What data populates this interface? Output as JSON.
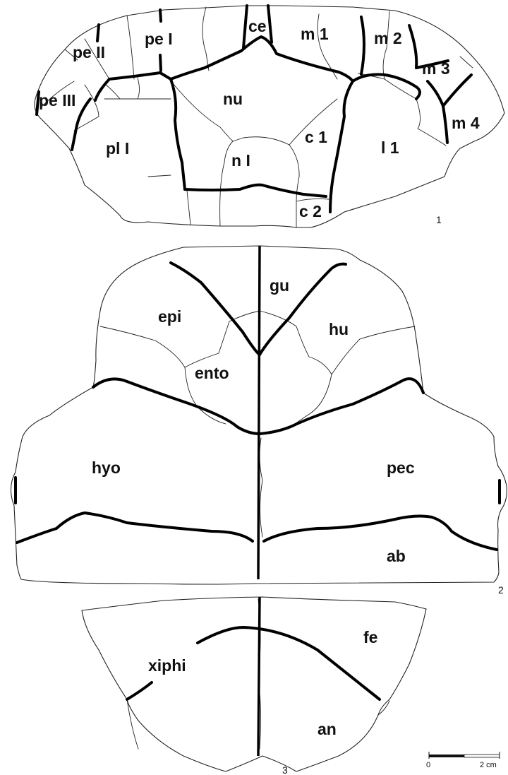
{
  "figure_numbers": {
    "fig1": "1",
    "fig2": "2",
    "fig3": "3"
  },
  "carapace_labels": {
    "ce": "ce",
    "pe1": "pe I",
    "pe2": "pe II",
    "pe3": "pe III",
    "m1": "m 1",
    "m2": "m 2",
    "m3": "m 3",
    "m4": "m 4",
    "nu": "nu",
    "pl1": "pl I",
    "n1": "n I",
    "c1": "c 1",
    "l1": "l 1",
    "c2": "c 2"
  },
  "plastron_labels": {
    "gu": "gu",
    "epi": "epi",
    "hu": "hu",
    "ento": "ento",
    "hyo": "hyo",
    "pec": "pec",
    "ab": "ab"
  },
  "posterior_lobe_labels": {
    "fe": "fe",
    "xiphi": "xiphi",
    "an": "an"
  },
  "scale_bar": {
    "start": "0",
    "end": "2 cm"
  }
}
